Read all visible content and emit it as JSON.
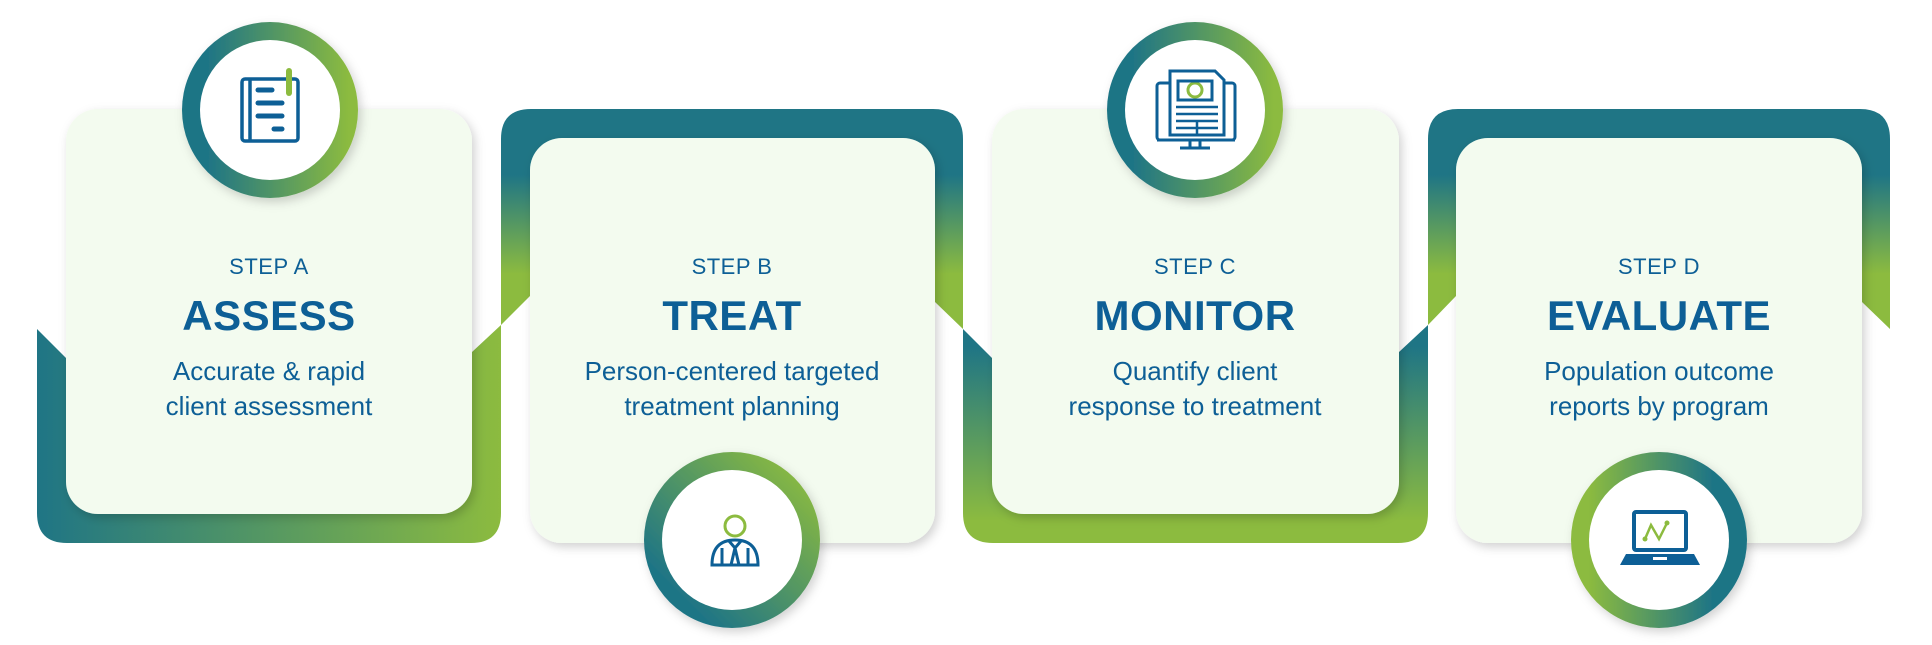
{
  "colors": {
    "teal": "#1f7585",
    "green": "#8cbb3f",
    "text_blue": "#0d5f96",
    "card_fill": "#f3fbef"
  },
  "steps": [
    {
      "label": "STEP A",
      "title": "ASSESS",
      "line1": "Accurate & rapid",
      "line2": "client assessment",
      "icon": "notebook-icon"
    },
    {
      "label": "STEP B",
      "title": "TREAT",
      "line1": "Person-centered targeted",
      "line2": "treatment planning",
      "icon": "person-icon"
    },
    {
      "label": "STEP C",
      "title": "MONITOR",
      "line1": "Quantify client",
      "line2": "response to treatment",
      "icon": "monitor-report-icon"
    },
    {
      "label": "STEP D",
      "title": "EVALUATE",
      "line1": "Population outcome",
      "line2": "reports by program",
      "icon": "laptop-chart-icon"
    }
  ]
}
